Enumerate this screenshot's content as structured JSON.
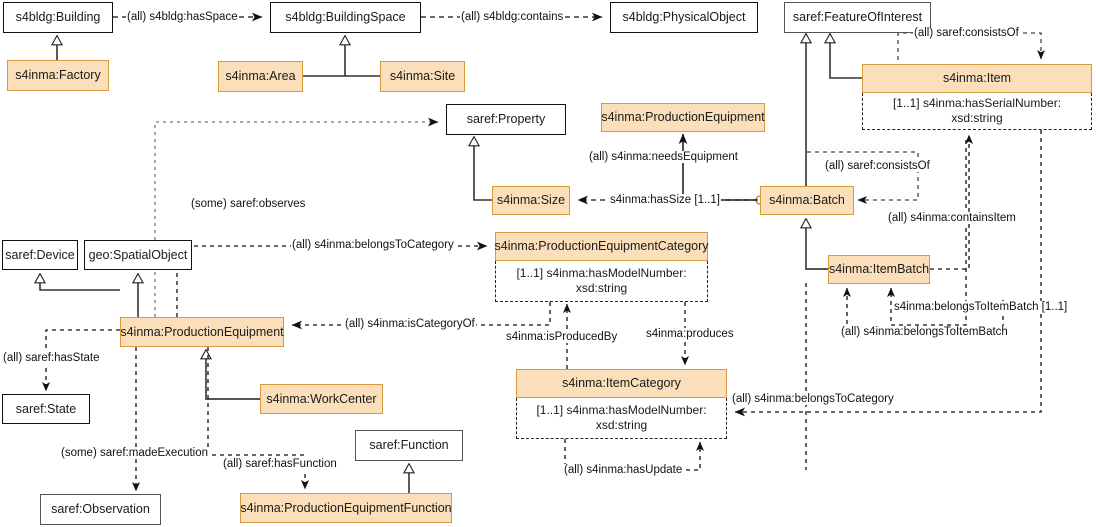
{
  "diagram": {
    "title": "S4INMA ontology class diagram",
    "colors": {
      "inma_fill": "#fbdfbb",
      "inma_stroke": "#d69b3f",
      "external_stroke": "#111111",
      "external_fill": "#ffffff"
    },
    "classes": [
      {
        "id": "building",
        "label": "s4bldg:Building",
        "kind": "external"
      },
      {
        "id": "buildingspace",
        "label": "s4bldg:BuildingSpace",
        "kind": "external"
      },
      {
        "id": "physicalobject",
        "label": "s4bldg:PhysicalObject",
        "kind": "external"
      },
      {
        "id": "featureofinterest",
        "label": "saref:FeatureOfInterest",
        "kind": "external"
      },
      {
        "id": "factory",
        "label": "s4inma:Factory",
        "kind": "inma"
      },
      {
        "id": "area",
        "label": "s4inma:Area",
        "kind": "inma"
      },
      {
        "id": "site",
        "label": "s4inma:Site",
        "kind": "inma"
      },
      {
        "id": "item",
        "label": "s4inma:Item",
        "kind": "inma",
        "attributes": [
          "[1..1] s4inma:hasSerialNumber: xsd:string"
        ]
      },
      {
        "id": "property",
        "label": "saref:Property",
        "kind": "external"
      },
      {
        "id": "prodequip_top",
        "label": "s4inma:ProductionEquipment",
        "kind": "inma"
      },
      {
        "id": "size",
        "label": "s4inma:Size",
        "kind": "inma"
      },
      {
        "id": "batch",
        "label": "s4inma:Batch",
        "kind": "inma"
      },
      {
        "id": "device",
        "label": "saref:Device",
        "kind": "external"
      },
      {
        "id": "spatialobject",
        "label": "geo:SpatialObject",
        "kind": "external"
      },
      {
        "id": "prodequipcat",
        "label": "s4inma:ProductionEquipmentCategory",
        "kind": "inma",
        "attributes": [
          "[1..1] s4inma:hasModelNumber:",
          "xsd:string"
        ]
      },
      {
        "id": "itembatch",
        "label": "s4inma:ItemBatch",
        "kind": "inma"
      },
      {
        "id": "prodequip",
        "label": "s4inma:ProductionEquipment",
        "kind": "inma"
      },
      {
        "id": "state",
        "label": "saref:State",
        "kind": "external"
      },
      {
        "id": "workcenter",
        "label": "s4inma:WorkCenter",
        "kind": "inma"
      },
      {
        "id": "itemcategory",
        "label": "s4inma:ItemCategory",
        "kind": "inma",
        "attributes": [
          "[1..1] s4inma:hasModelNumber:",
          "xsd:string"
        ]
      },
      {
        "id": "function",
        "label": "saref:Function",
        "kind": "external"
      },
      {
        "id": "observation",
        "label": "saref:Observation",
        "kind": "external"
      },
      {
        "id": "prodequipfunc",
        "label": "s4inma:ProductionEquipmentFunction",
        "kind": "inma"
      }
    ],
    "edge_labels": [
      {
        "id": "hasSpace",
        "text": "(all) s4bldg:hasSpace"
      },
      {
        "id": "contains",
        "text": "(all) s4bldg:contains"
      },
      {
        "id": "consistsOf_item",
        "text": "(all) saref:consistsOf"
      },
      {
        "id": "needsEquipment",
        "text": "(all) s4inma:needsEquipment"
      },
      {
        "id": "consistsOf_batch",
        "text": "(all) saref:consistsOf"
      },
      {
        "id": "hasSize",
        "text": "s4inma:hasSize [1..1]"
      },
      {
        "id": "containsItem",
        "text": "(all) s4inma:containsItem"
      },
      {
        "id": "observes",
        "text": "(some) saref:observes"
      },
      {
        "id": "belongsToCategory_pe",
        "text": "(all) s4inma:belongsToCategory"
      },
      {
        "id": "isCategoryOf",
        "text": "(all) s4inma:isCategoryOf"
      },
      {
        "id": "hasState",
        "text": "(all) saref:hasState"
      },
      {
        "id": "isProducedBy",
        "text": "s4inma:isProducedBy"
      },
      {
        "id": "produces",
        "text": "s4inma:produces"
      },
      {
        "id": "belongsToItemBatch_m",
        "text": "s4inma:belongsToItemBatch [1..1]"
      },
      {
        "id": "belongsToItemBatch_a",
        "text": "(all) s4inma:belongsToItemBatch"
      },
      {
        "id": "belongsToCategory_ic",
        "text": "(all) s4inma:belongsToCategory"
      },
      {
        "id": "madeExecution",
        "text": "(some) saref:madeExecution"
      },
      {
        "id": "hasFunction",
        "text": "(all) saref:hasFunction"
      },
      {
        "id": "hasUpdate",
        "text": "(all) s4inma:hasUpdate"
      }
    ]
  }
}
